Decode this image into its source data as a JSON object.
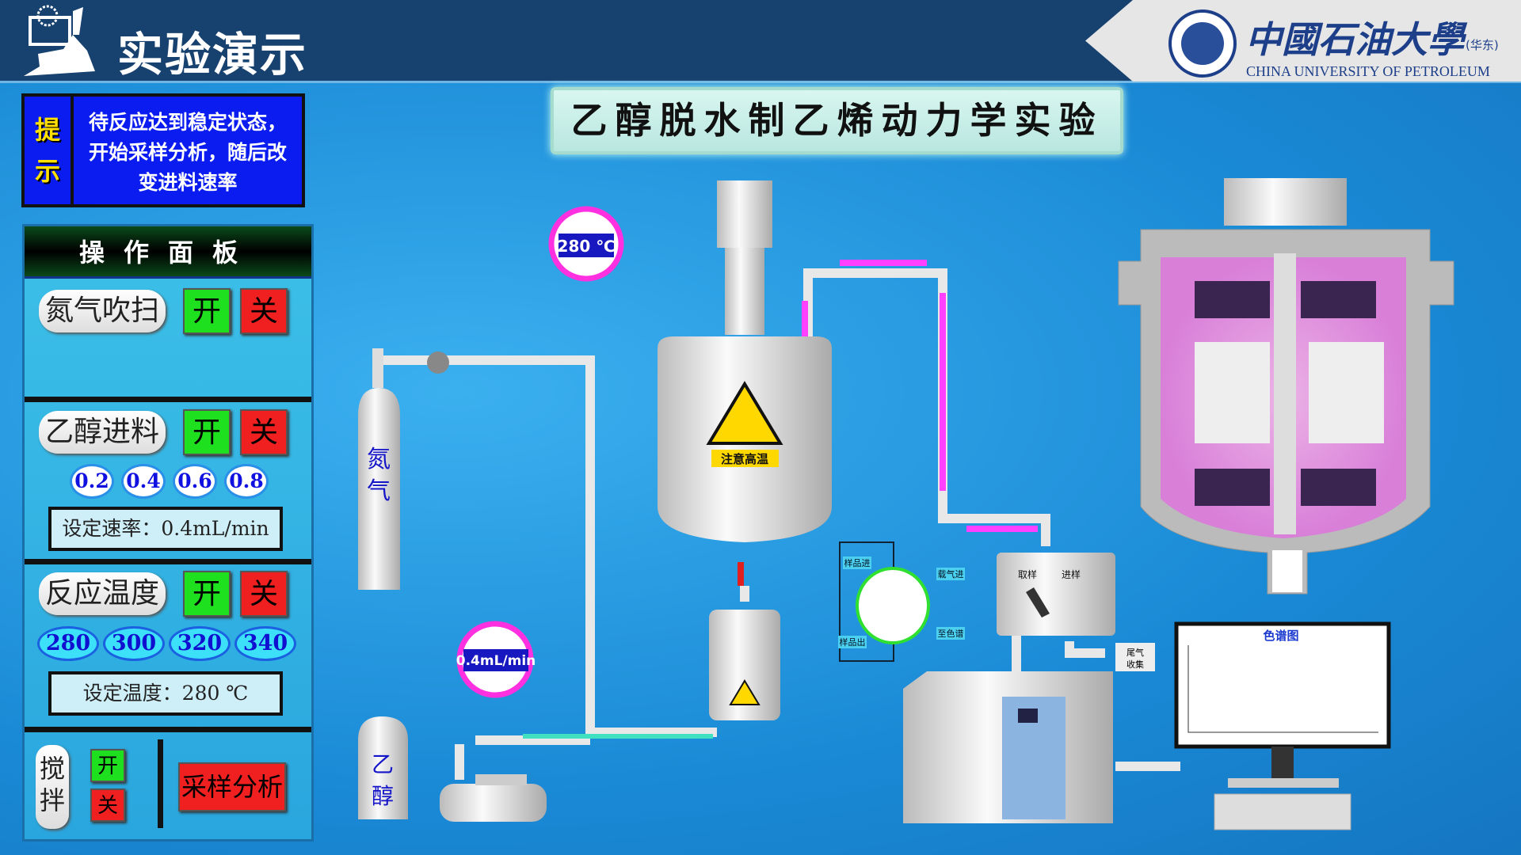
{
  "header": {
    "title": "实验演示",
    "brand_cn": "中國石油大學",
    "brand_sub": "(华东)",
    "brand_en": "CHINA UNIVERSITY OF PETROLEUM"
  },
  "hint": {
    "tag_1": "提",
    "tag_2": "示",
    "lines": [
      "待反应达到稳定状态，",
      "开始采样分析，随后改",
      "变进料速率"
    ]
  },
  "panel": {
    "title": "操作面板",
    "nitrogen": {
      "label": "氮气吹扫",
      "on": "开",
      "off": "关"
    },
    "ethanol": {
      "label": "乙醇进料",
      "on": "开",
      "off": "关",
      "rates": [
        "0.2",
        "0.4",
        "0.6",
        "0.8"
      ],
      "set_text": "设定速率：0.4mL/min"
    },
    "temperature": {
      "label": "反应温度",
      "on": "开",
      "off": "关",
      "temps": [
        "280",
        "300",
        "320",
        "340"
      ],
      "set_text": "设定温度：280 ℃"
    },
    "stir": {
      "label_1": "搅",
      "label_2": "拌",
      "on": "开",
      "off": "关"
    },
    "sample_button": "采样分析"
  },
  "diagram": {
    "title": "乙醇脱水制乙烯动力学实验",
    "temp_gauge": "280 ℃",
    "flow_gauge": "0.4mL/min",
    "nitrogen_cylinder": [
      "氮",
      "气"
    ],
    "ethanol_tank": [
      "乙",
      "醇"
    ],
    "warning": "注意高温",
    "valve_labels": {
      "sample_in": "样品进",
      "carrier_in": "载气进",
      "to_gc": "至色谱",
      "sample_out": "样品出"
    },
    "sampler": {
      "take": "取样",
      "inject": "进样"
    },
    "exhaust": [
      "尾气",
      "收集"
    ],
    "chromatogram_title": "色谱图"
  },
  "colors": {
    "header": "#17416e",
    "hint_bg": "#0a1cf0",
    "on": "#1fe01f",
    "off": "#f02020",
    "flow": "#ff40ff"
  }
}
